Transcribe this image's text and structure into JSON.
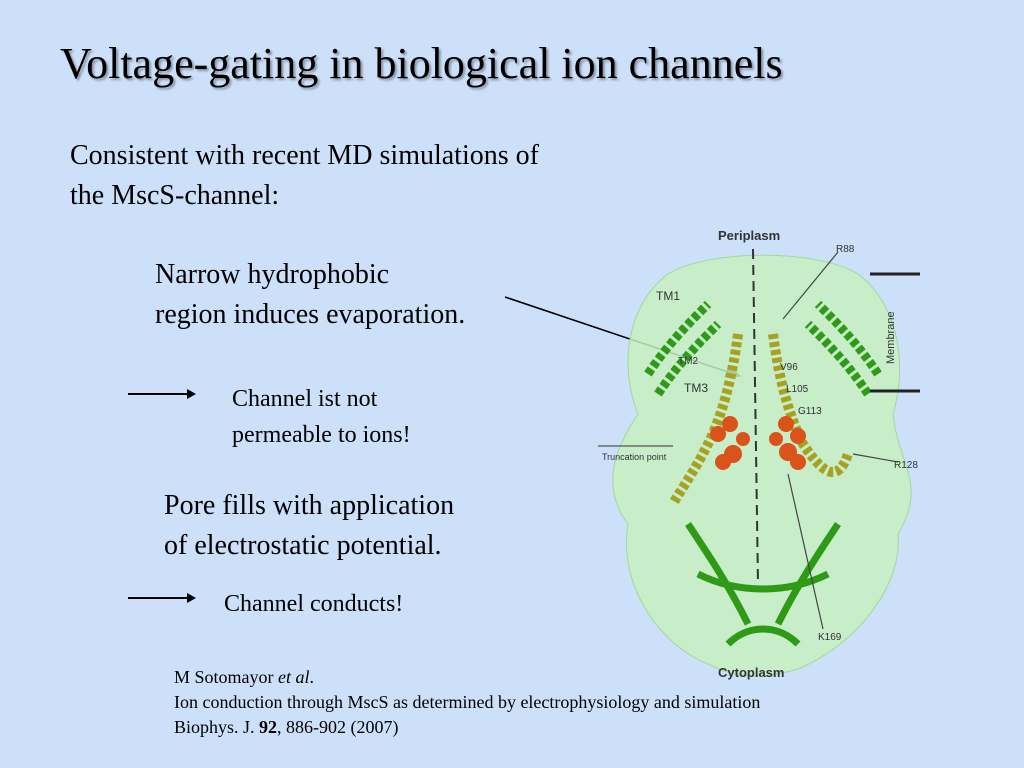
{
  "title": "Voltage-gating in biological ion channels",
  "intro": {
    "line1": "Consistent with recent MD simulations of",
    "line2": "the MscS-channel:"
  },
  "point1": {
    "line1": "Narrow hydrophobic",
    "line2": "region induces evaporation."
  },
  "result1": {
    "line1": "Channel ist not",
    "line2": "permeable to ions!"
  },
  "point2": {
    "line1": "Pore fills with application",
    "line2": "of electrostatic potential."
  },
  "result2": "Channel conducts!",
  "figure": {
    "labels": {
      "periplasm": "Periplasm",
      "cytoplasm": "Cytoplasm",
      "membrane": "Membrane",
      "tm1": "TM1",
      "tm2": "TM2",
      "tm3": "TM3",
      "r88": "R88",
      "v96": "V96",
      "l105": "L105",
      "g113": "G113",
      "r128": "R128",
      "k169": "K169",
      "truncation": "Truncation point"
    },
    "colors": {
      "helix": "#2e9a16",
      "hydrophobic": "#d9531a",
      "mid": "#a8a020",
      "surface": "#c6efc0"
    }
  },
  "citation": {
    "author": "M Sotomayor ",
    "etal": "et al",
    "author_end": ".",
    "title": "Ion conduction through MscS as determined by electrophysiology and simulation",
    "journal": "Biophys. J. ",
    "volume": "92",
    "pages": ", 886-902 (2007)"
  }
}
